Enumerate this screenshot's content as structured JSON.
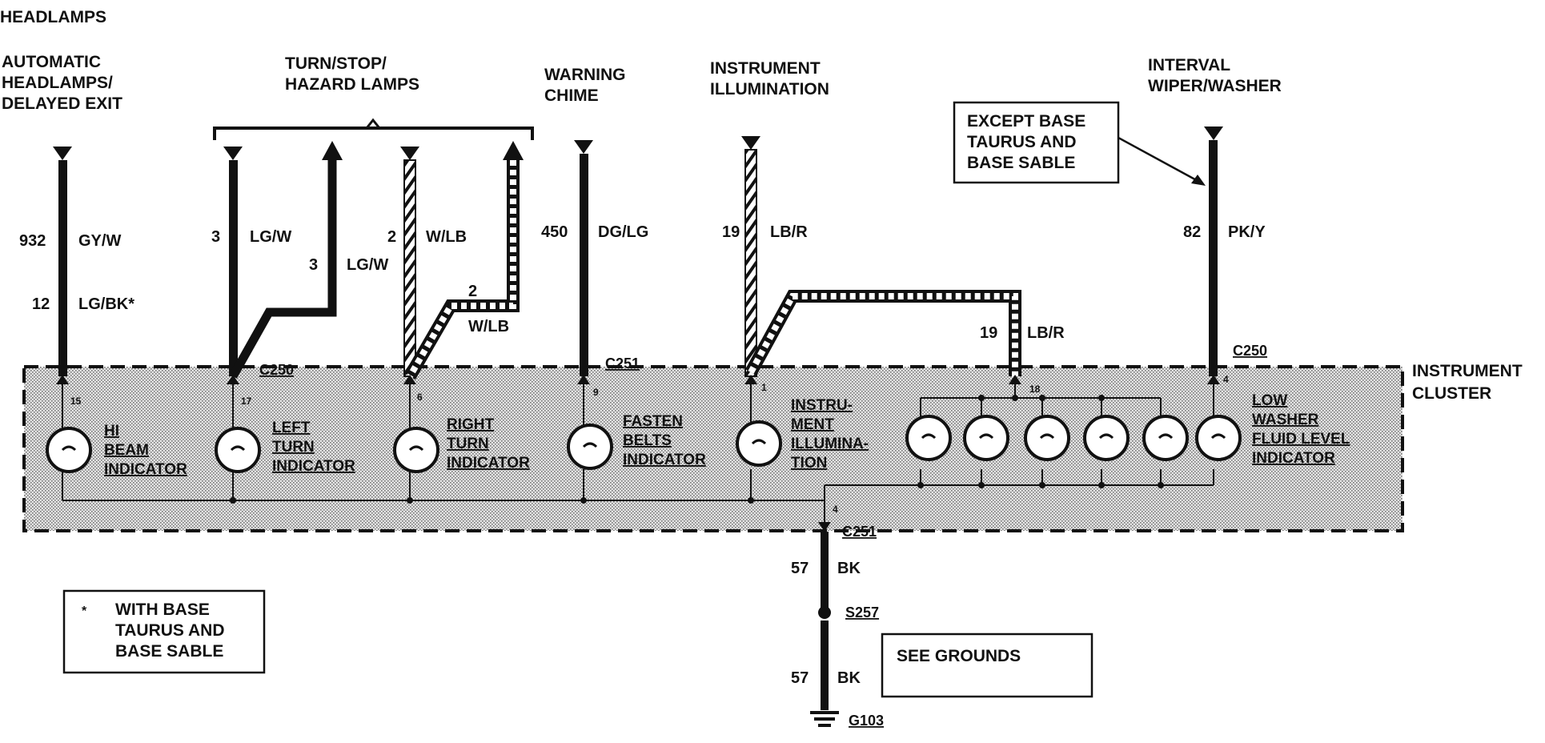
{
  "page_title": "HEADLAMPS",
  "circuits": {
    "auto_headlamps": [
      "AUTOMATIC",
      "HEADLAMPS/",
      "DELAYED EXIT"
    ],
    "turn_stop": [
      "TURN/STOP/",
      "HAZARD LAMPS"
    ],
    "warning_chime": [
      "WARNING",
      "CHIME"
    ],
    "instrument_illum": [
      "INSTRUMENT",
      "ILLUMINATION"
    ],
    "interval_wiper": [
      "INTERVAL",
      "WIPER/WASHER"
    ]
  },
  "wires": {
    "w932": {
      "num": "932",
      "color": "GY/W"
    },
    "w12": {
      "num": "12",
      "color": "LG/BK*"
    },
    "w3a": {
      "num": "3",
      "color": "LG/W"
    },
    "w3b": {
      "num": "3",
      "color": "LG/W"
    },
    "w2a": {
      "num": "2",
      "color": "W/LB"
    },
    "w2b": {
      "num": "2",
      "color": "W/LB"
    },
    "w450": {
      "num": "450",
      "color": "DG/LG"
    },
    "w19a": {
      "num": "19",
      "color": "LB/R"
    },
    "w19b": {
      "num": "19",
      "color": "LB/R"
    },
    "w82": {
      "num": "82",
      "color": "PK/Y"
    },
    "w57a": {
      "num": "57",
      "color": "BK"
    },
    "w57b": {
      "num": "57",
      "color": "BK"
    }
  },
  "connectors": {
    "c250_left": "C250",
    "c251_top": "C251",
    "c250_right": "C250",
    "c251_bottom": "C251",
    "s257": "S257",
    "g103": "G103"
  },
  "pins": {
    "p15": "15",
    "p17": "17",
    "p6": "6",
    "p9": "9",
    "p1": "1",
    "p18": "18",
    "p4a": "4",
    "p4b": "4"
  },
  "components": {
    "hi_beam": [
      "HI",
      "BEAM",
      "INDICATOR"
    ],
    "left_turn": [
      "LEFT",
      "TURN",
      "INDICATOR"
    ],
    "right_turn": [
      "RIGHT",
      "TURN",
      "INDICATOR"
    ],
    "fasten_belts": [
      "FASTEN",
      "BELTS",
      "INDICATOR"
    ],
    "illum": [
      "INSTRU-",
      "MENT",
      "ILLUMINA-",
      "TION"
    ],
    "low_washer": [
      "LOW",
      "WASHER",
      "FLUID LEVEL",
      "INDICATOR"
    ]
  },
  "cluster_label": [
    "INSTRUMENT",
    "CLUSTER"
  ],
  "notes": {
    "except_base": [
      "EXCEPT BASE",
      "TAURUS AND",
      "BASE SABLE"
    ],
    "with_base": [
      "WITH BASE",
      "TAURUS AND",
      "BASE SABLE"
    ],
    "with_base_mark": "*",
    "see_grounds": "SEE GROUNDS"
  }
}
